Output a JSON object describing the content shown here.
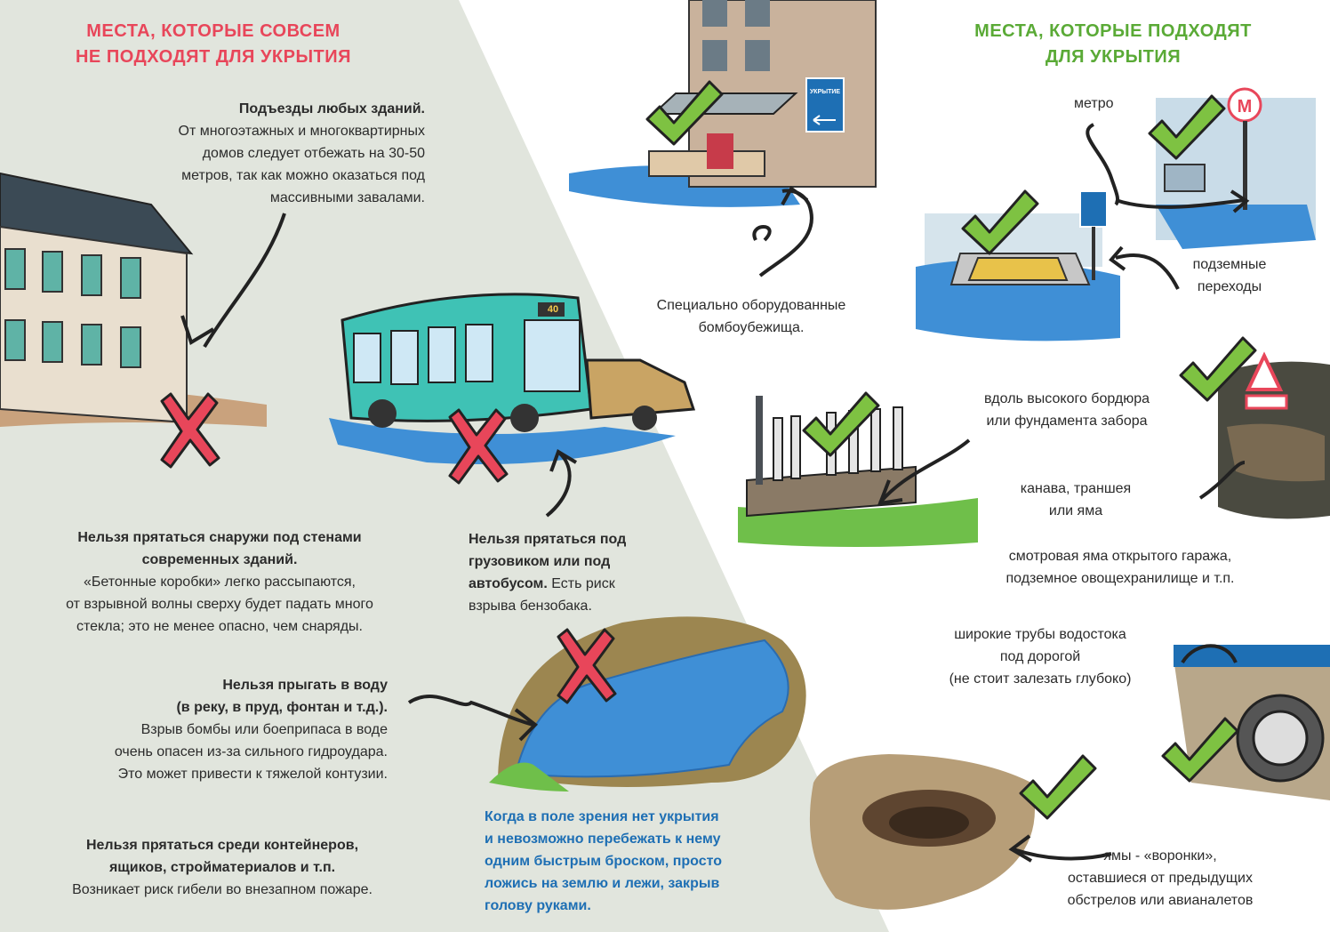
{
  "colors": {
    "panel_bg": "#e1e5dd",
    "heading_bad": "#e8465a",
    "heading_good": "#5aaa36",
    "advice_text": "#1e6fb4",
    "check": "#7ec242",
    "cross": "#e8465a",
    "water": "#3f8fd6",
    "bus": "#3fc2b5"
  },
  "left": {
    "heading": [
      "МЕСТА, КОТОРЫЕ СОВСЕМ",
      "НЕ ПОДХОДЯТ ДЛЯ УКРЫТИЯ"
    ],
    "entrances": {
      "title": "Подъезды любых зданий.",
      "lines": [
        "От многоэтажных и многоквартирных",
        "домов следует отбежать на 30-50",
        "метров, так как можно оказаться под",
        "массивными завалами."
      ]
    },
    "walls": {
      "title_lines": [
        "Нельзя прятаться снаружи под стенами",
        "современных зданий."
      ],
      "lines": [
        "«Бетонные коробки» легко рассыпаются,",
        "от взрывной волны сверху будет падать много",
        "стекла; это не менее опасно, чем снаряды."
      ]
    },
    "vehicles": {
      "title_lines": [
        "Нельзя прятаться под",
        "грузовиком или под"
      ],
      "title_last": "автобусом.",
      "tail": " Есть риск",
      "lines": [
        "взрыва бензобака."
      ]
    },
    "water": {
      "title_lines": [
        "Нельзя прыгать в воду",
        "(в реку, в пруд, фонтан и т.д.)."
      ],
      "lines": [
        "Взрыв бомбы или боеприпаса в воде",
        "очень опасен из-за сильного гидроудара.",
        "Это может привести к тяжелой контузии."
      ]
    },
    "containers": {
      "title_lines": [
        "Нельзя прятаться среди контейнеров,",
        "ящиков, стройматериалов и т.п."
      ],
      "lines": [
        "Возникает риск гибели во внезапном пожаре."
      ]
    },
    "bus_route": "40"
  },
  "advice": {
    "lines": [
      "Когда в поле зрения нет укрытия",
      "и невозможно перебежать к нему",
      "одним быстрым броском, просто",
      "ложись на землю и лежи, закрыв",
      "голову руками."
    ]
  },
  "right": {
    "heading": [
      "МЕСТА, КОТОРЫЕ ПОДХОДЯТ",
      "ДЛЯ УКРЫТИЯ"
    ],
    "shelter_sign": "УКРЫТИЕ",
    "metro_sign": "М",
    "shelters": [
      "Специально оборудованные",
      "бомбоубежища."
    ],
    "metro": "метро",
    "underpass": [
      "подземные",
      "переходы"
    ],
    "curb": [
      "вдоль высокого бордюра",
      "или фундамента забора"
    ],
    "ditch": [
      "канава, траншея",
      "или яма"
    ],
    "garage": [
      "смотровая яма открытого гаража,",
      "подземное овощехранилище  и т.п."
    ],
    "pipes": [
      "широкие трубы водостока",
      "под дорогой",
      "(не стоит залезать глубоко)"
    ],
    "craters": [
      "ямы - «воронки»,",
      "оставшиеся от предыдущих",
      "обстрелов или авианалетов"
    ]
  }
}
